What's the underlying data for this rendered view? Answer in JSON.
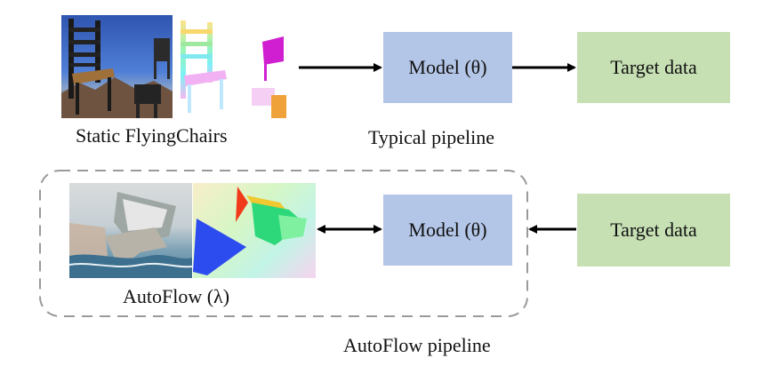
{
  "top_row": {
    "source_caption": "Static FlyingChairs",
    "model_label": "Model (θ)",
    "target_label": "Target data",
    "pipeline_caption": "Typical pipeline"
  },
  "bottom_row": {
    "source_caption": "AutoFlow (λ)",
    "model_label": "Model (θ)",
    "target_label": "Target data",
    "pipeline_caption": "AutoFlow pipeline"
  },
  "colors": {
    "model_box": "#b4c6e7",
    "target_box": "#c6e0b4",
    "arrow": "#000000",
    "dashed_border": "#9a9a9a"
  }
}
